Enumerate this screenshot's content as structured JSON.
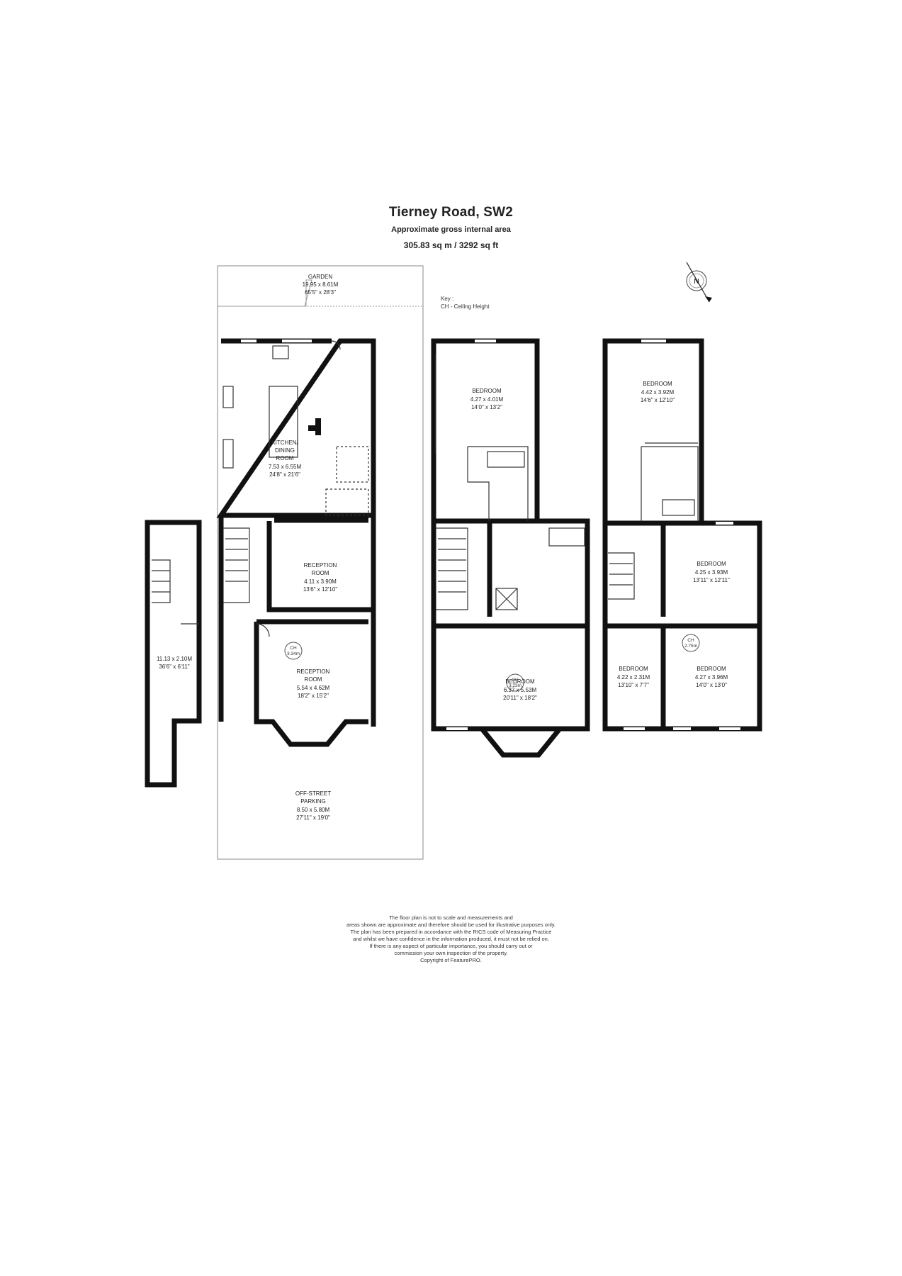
{
  "header": {
    "title": "Tierney Road, SW2",
    "subtitle": "Approximate gross internal area",
    "area": "305.83 sq m /  3292 sq ft"
  },
  "key": {
    "title": "Key :",
    "item": "CH - Ceiling Height"
  },
  "compass": {
    "letter": "N"
  },
  "rooms": {
    "garden": [
      "GARDEN",
      "19.95 x 8.61M",
      "65'5\" x 28'3\""
    ],
    "kitchen": [
      "KITCHEN/",
      "DINING",
      "ROOM",
      "7.53 x 6.55M",
      "24'8\" x 21'6\""
    ],
    "reception1": [
      "RECEPTION",
      "ROOM",
      "4.11 x 3.90M",
      "13'6\" x 12'10\""
    ],
    "reception2": [
      "RECEPTION",
      "ROOM",
      "5.54 x 4.62M",
      "18'2\" x 15'2\""
    ],
    "parking": [
      "OFF-STREET",
      "PARKING",
      "8.50 x 5.80M",
      "27'11\" x 19'0\""
    ],
    "cellar": [
      "11.13 x 2.10M",
      "36'6\" x 6'11\""
    ],
    "f1_bed_top": [
      "BEDROOM",
      "4.27 x 4.01M",
      "14'0\" x 13'2\""
    ],
    "f1_bed_front": [
      "BEDROOM",
      "6.37 x 5.53M",
      "20'11\" x 18'2\""
    ],
    "f2_bed_top": [
      "BEDROOM",
      "4.42 x 3.92M",
      "14'6\" x 12'10\""
    ],
    "f2_bed_mid": [
      "BEDROOM",
      "4.25 x 3.93M",
      "13'11\" x 12'11\""
    ],
    "f2_bed_small": [
      "BEDROOM",
      "4.22 x 2.31M",
      "13'10\" x 7'7\""
    ],
    "f2_bed_front": [
      "BEDROOM",
      "4.27 x 3.96M",
      "14'0\" x 13'0\""
    ]
  },
  "ceiling_heights": {
    "reception": [
      "CH",
      "3.34m"
    ],
    "f1_bedroom": [
      "CH",
      "3.23m"
    ],
    "f2_bedroom": [
      "CH",
      "2.75m"
    ]
  },
  "disclaimer": [
    "The floor plan is not to scale and measurements and",
    "areas shown are approximate and therefore should be used for illustrative purposes only.",
    "The plan has been prepared in accordance with the RICS code of Measuring Practice",
    "and whilst we have confidence in the information produced, it must not be relied on.",
    "If there is any aspect of particular importance, you should carry out or",
    "commission your own inspection of the property.",
    "Copyright of FeaturePRO."
  ]
}
